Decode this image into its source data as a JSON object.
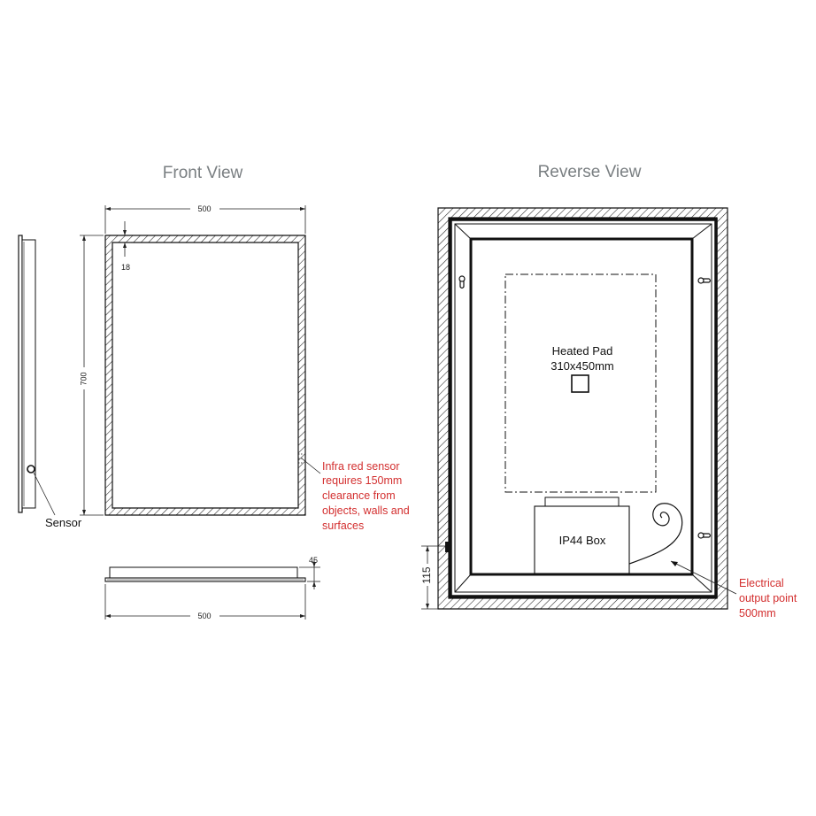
{
  "views": {
    "front_title": "Front View",
    "reverse_title": "Reverse View"
  },
  "front": {
    "width_top": "500",
    "height": "700",
    "frame": "18",
    "width_bottom": "500",
    "depth": "45",
    "sensor_label": "Sensor",
    "sensor_note": [
      "Infra red sensor",
      "requires 150mm",
      "clearance from",
      "objects, walls and",
      "surfaces"
    ]
  },
  "reverse": {
    "heated_pad_title": "Heated Pad",
    "heated_pad_size": "310x450mm",
    "box_label": "IP44 Box",
    "outlet_height": "115",
    "outlet_note": [
      "Electrical",
      "output point",
      "500mm"
    ]
  },
  "colors": {
    "title": "#7a7f82",
    "note_red": "#d32f2f",
    "line": "#111111"
  }
}
